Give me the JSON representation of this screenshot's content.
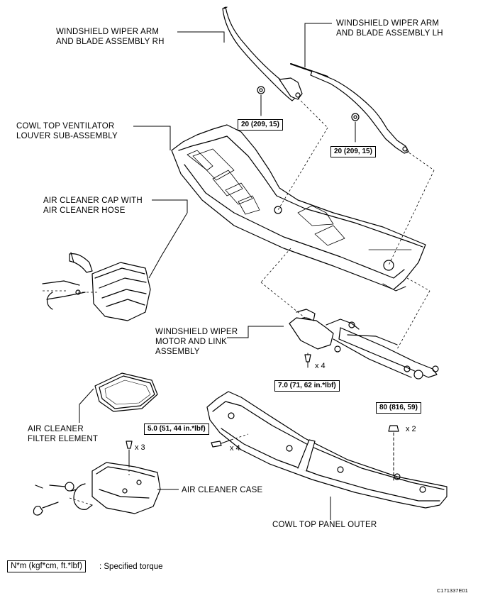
{
  "labels": {
    "wiper_rh_line1": "WINDSHIELD  WIPER ARM",
    "wiper_rh_line2": "AND BLADE ASSEMBLY RH",
    "wiper_lh_line1": "WINDSHIELD  WIPER ARM",
    "wiper_lh_line2": "AND BLADE ASSEMBLY LH",
    "louver_line1": "COWL TOP VENTILATOR",
    "louver_line2": "LOUVER SUB-ASSEMBLY",
    "cap_line1": "AIR CLEANER CAP WITH",
    "cap_line2": "AIR CLEANER HOSE",
    "motor_line1": "WINDSHIELD WIPER",
    "motor_line2": "MOTOR AND LINK",
    "motor_line3": "ASSEMBLY",
    "filter_line1": "AIR CLEANER",
    "filter_line2": "FILTER ELEMENT",
    "case": "AIR CLEANER CASE",
    "panel": "COWL TOP PANEL OUTER"
  },
  "torques": {
    "wiper_rh_nut": "20 (209, 15)",
    "wiper_lh_nut": "20 (209, 15)",
    "motor_bolt": "7.0 (71, 62 in.*lbf)",
    "case_bolt": "5.0 (51, 44 in.*lbf)",
    "panel_nut": "80 (816, 59)"
  },
  "multipliers": {
    "motor_bolts": "x 4",
    "panel_bolts": "x 4",
    "case_bolts": "x 3",
    "panel_nuts": "x 2"
  },
  "legend": {
    "unit": "N*m (kgf*cm, ft.*lbf)",
    "text": ": Specified torque"
  },
  "figure_code": "C171337E01"
}
